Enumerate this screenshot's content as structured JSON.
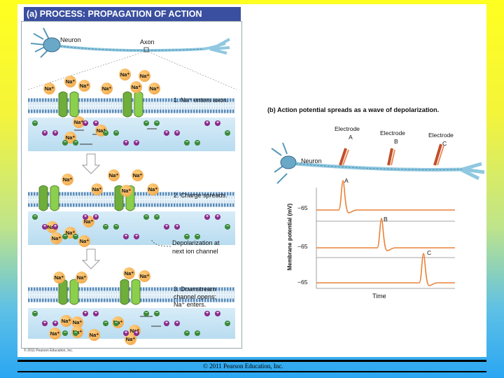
{
  "panel_a": {
    "title": "(a) PROCESS: PROPAGATION OF ACTION POTENTIAL",
    "neuron_label": "Neuron",
    "axon_label": "Axon",
    "step1": "1. Na⁺ enters axon.",
    "step2": "2. Charge spreads.",
    "step3_line1": "3. Downstream",
    "step3_line2": "channel opens;",
    "step3_line3": "Na⁺ enters.",
    "depol_line1": "Depolarization at",
    "depol_line2": "next ion channel",
    "ion_label": "Na⁺",
    "plus_sign": "+",
    "minus_sign": "−",
    "copyright": "© 2011 Pearson Education, Inc."
  },
  "panel_b": {
    "title": "(b) Action potential spreads as a wave of depolarization.",
    "electrode_label": "Electrode",
    "electrodes": [
      "A",
      "B",
      "C"
    ],
    "neuron_label": "Neuron",
    "y_axis_label": "Membrane potential (mV)",
    "x_axis_label": "Time",
    "traces": [
      {
        "label": "A",
        "baseline": "−65"
      },
      {
        "label": "B",
        "baseline": "−65"
      },
      {
        "label": "C",
        "baseline": "−65"
      }
    ]
  },
  "footer": {
    "copyright": "© 2011 Pearson Education, Inc."
  },
  "colors": {
    "title_bar": "#3a4fa0",
    "trace": "#e8823a",
    "channel": "#6fae3a",
    "sodium": "#f0a040",
    "negative_ion": "#3a8a3a",
    "positive_ion": "#8a2a8a",
    "axon": "#8fc8e0"
  }
}
